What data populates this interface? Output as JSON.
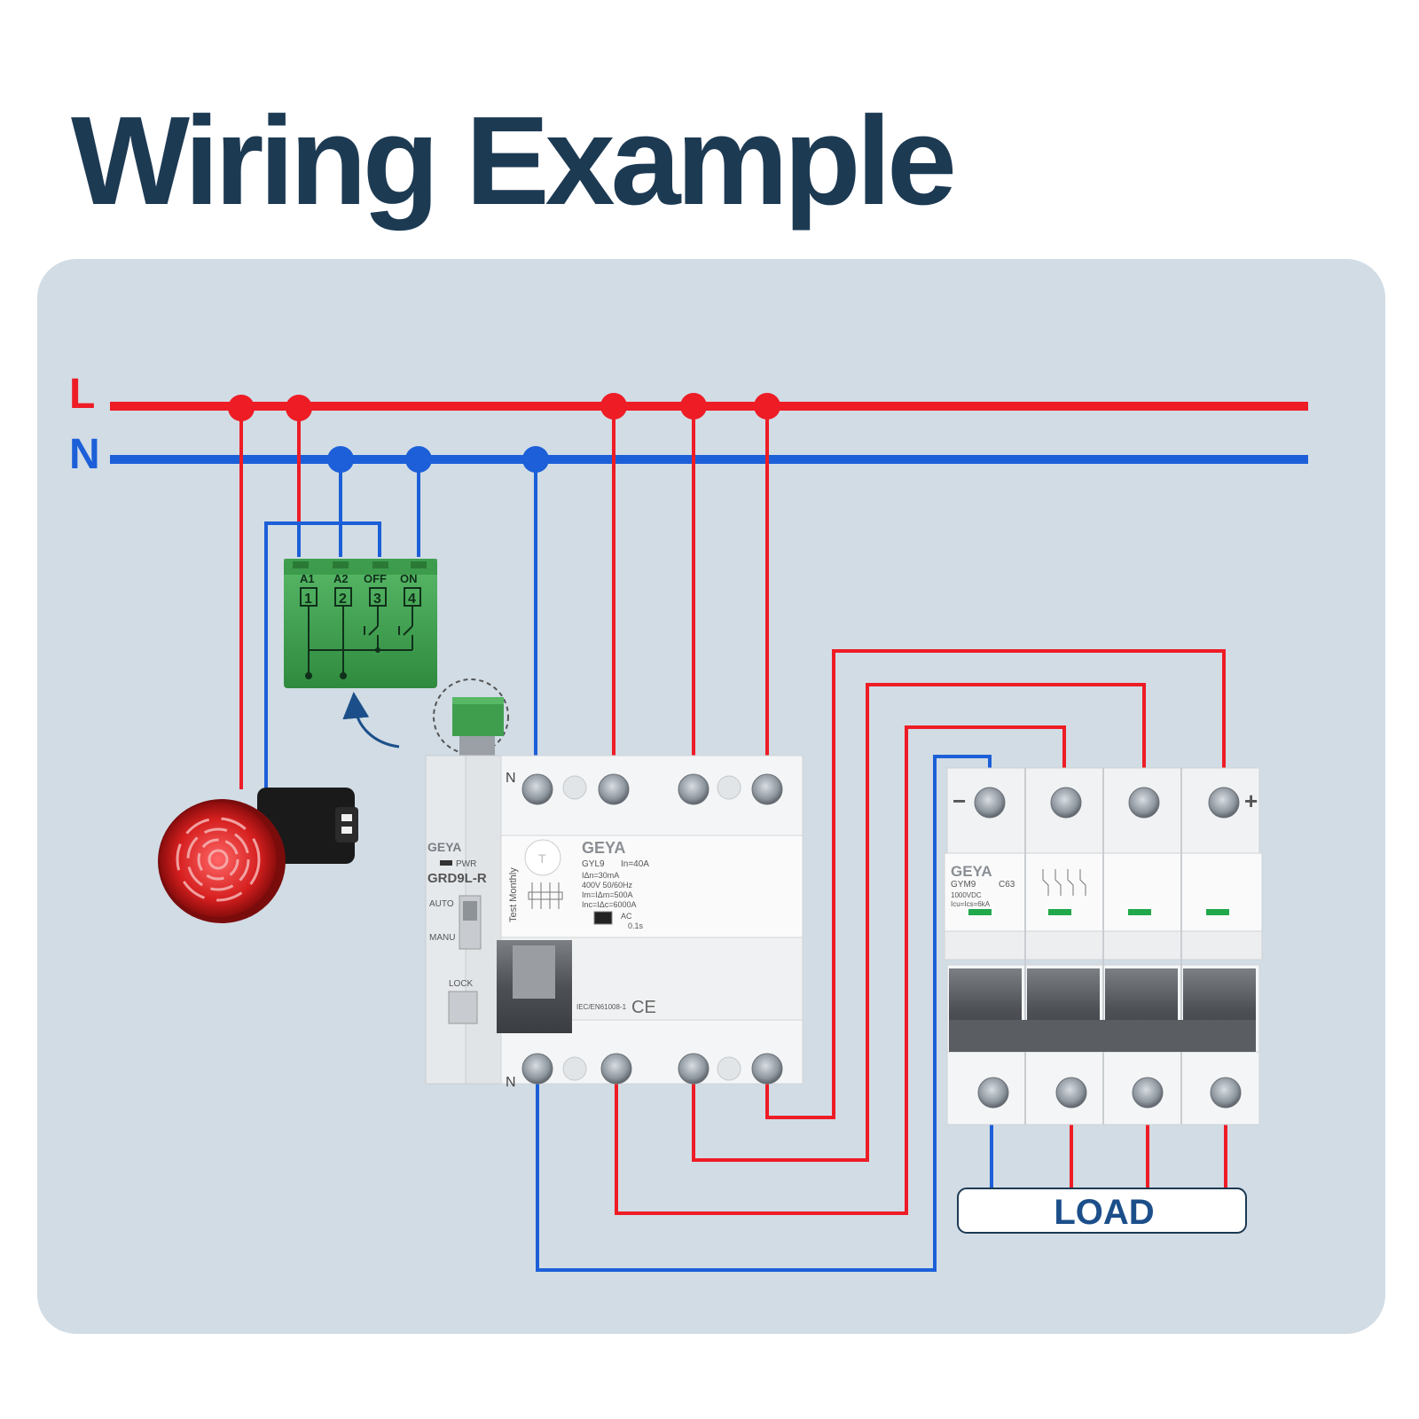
{
  "title": "Wiring Example",
  "lines": {
    "live_label": "L",
    "neutral_label": "N"
  },
  "colors": {
    "live": "#ee1c25",
    "neutral": "#1c5fd8",
    "title": "#1d3a53",
    "panel": "#d1dce5",
    "module_green": "#3f9e4e"
  },
  "aux_module": {
    "terminals": [
      {
        "name": "A1",
        "num": "1"
      },
      {
        "name": "A2",
        "num": "2"
      },
      {
        "name": "OFF",
        "num": "3"
      },
      {
        "name": "ON",
        "num": "4"
      }
    ]
  },
  "buzzer": {
    "icon": "buzzer-icon"
  },
  "rcd": {
    "brand_small": "GEYA",
    "pwr": "PWR",
    "model": "GRD9L-R",
    "auto": "AUTO",
    "manu": "MANU",
    "lock": "LOCK",
    "test": "Test Monthly",
    "test_button": "T",
    "brand": "GEYA",
    "specs_title": "GYL9",
    "rating": "In=40A",
    "specs": [
      "IΔn=30mA",
      "400V  50/60Hz",
      "Im=IΔm=500A",
      "Inc=IΔc=6000A"
    ],
    "ac_type": "AC",
    "trip_time": "0.1s",
    "standard": "IEC/EN61008-1",
    "ce": "CE",
    "n_top": "N",
    "n_bottom": "N"
  },
  "mcb": {
    "brand": "GEYA",
    "model": "GYM9",
    "curve": "C63",
    "voltage": "1000VDC",
    "breaking": "Icu=Ics=6kA",
    "minus": "−",
    "plus": "+"
  },
  "load_label": "LOAD"
}
